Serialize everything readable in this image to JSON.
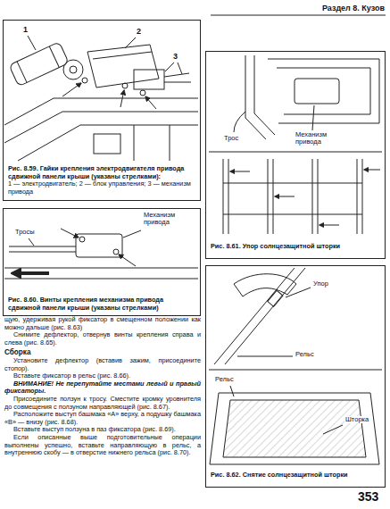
{
  "diagram": {
    "title": "Раздел 8. Кузов",
    "nodes": [
      {
        "text": [
          "Рис. 8.59. Гайки крепления электродвигателя привода сдвижной панели крыши (указаны стрелками):",
          "1 — электродвигатель; 2 — блок управления; 3 — механизм привода"
        ]
      },
      {
        "text": [
          "Рис. 8.60. Винты крепления механизма привода сдвижной панели крыши (указаны стрелками)"
        ]
      },
      {
        "text": [
          "Рис. 8.61. Упор солнцезащитной шторки"
        ]
      },
      {
        "text": [
          "Рис. 8.62. Снятие солнцезащитной шторки"
        ]
      }
    ],
    "labels": [
      "1",
      "2",
      "3",
      "Механизм привода",
      "Тросы",
      "Трос",
      "Механизм привода",
      "Упор",
      "Рельс",
      "Рельс",
      "Шторка",
      "щую, удерживая рукой фиксатор в смещенном положении как можно дальше (рис. 8.63)",
      "Снимите дефлектор, отвернув винты крепления справа и слева (рис. 8.65).",
      "Сборка",
      "Установите дефлектор (вставив зажим, присоедините стопор).",
      "Вставьте фиксатор в рельс (рис. 8.66).",
      "ВНИМАНИЕ! Не перепутайте местами левый и правый фиксаторы.",
      "Присоедините ползун к тросу. Сместите кромку уровнителя до совмещения с ползуном направляющей (рис. 8.67).",
      "Расположите выступ башмака «А» верху, а подушку башмака «В» — внизу (рис. 8.68).",
      "Вставьте выступ ползуна в паз фиксатора (рис. 8.69).",
      "Если описанные выше подготовительные операции выполнены успешно, вставьте направляющую в рельс, а внутреннюю скобу — в отверстие нижнего рельса (рис. 8.70).",
      "353"
    ]
  }
}
